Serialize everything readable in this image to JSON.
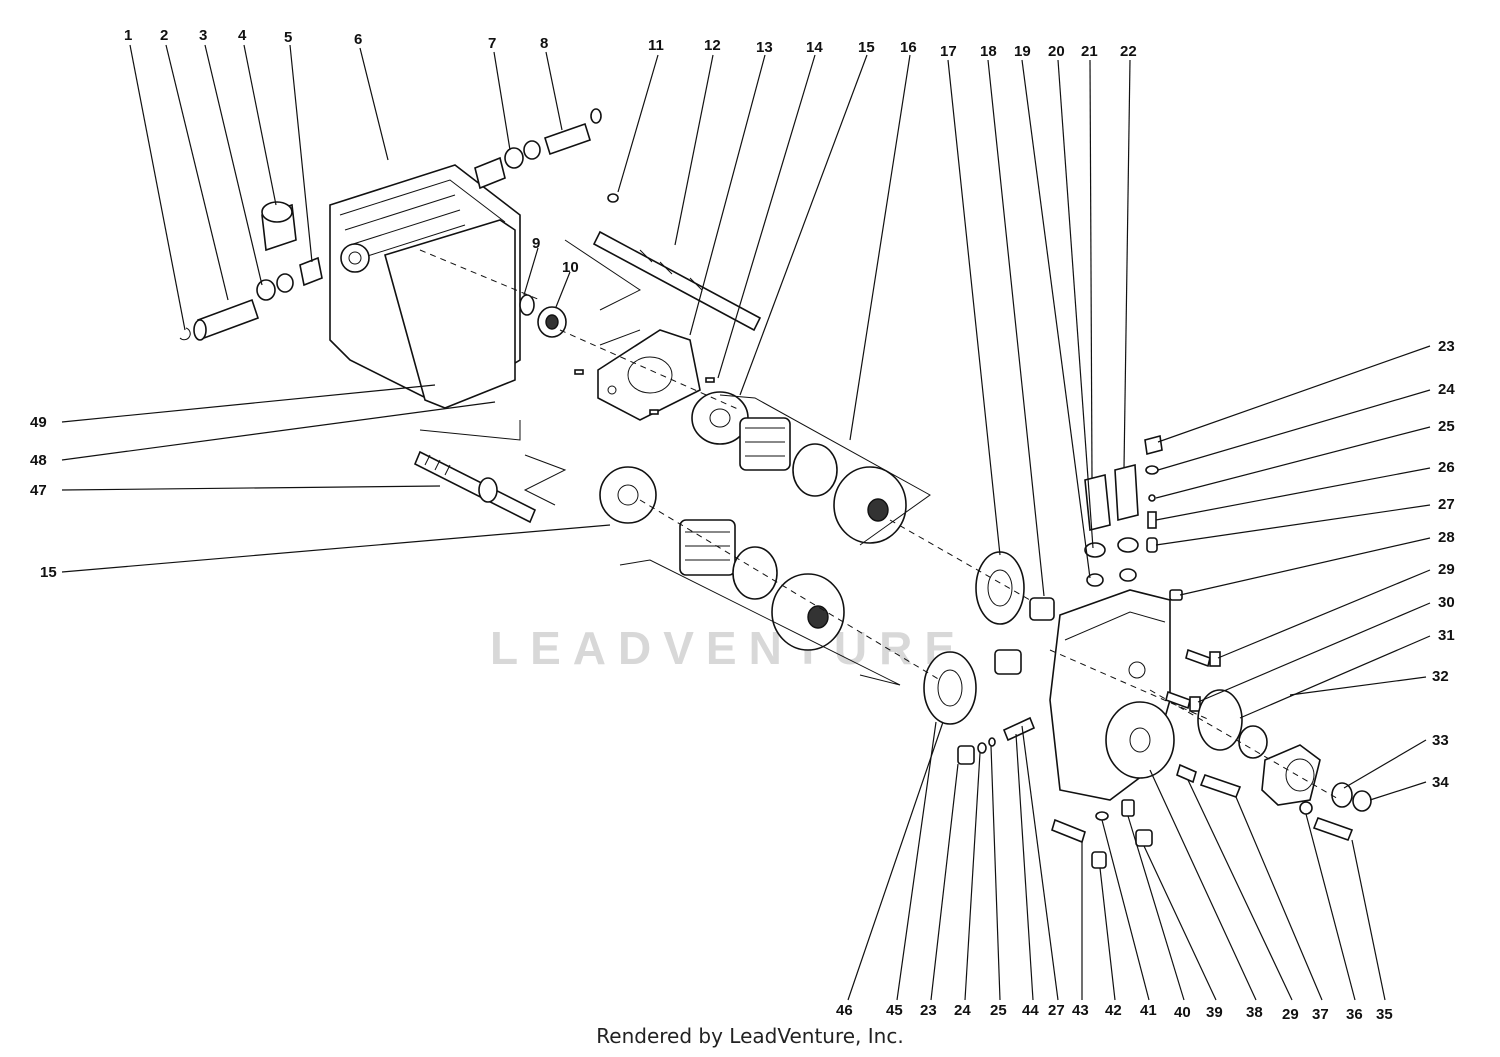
{
  "watermark_text": "LEADVENTURE",
  "footer": "Rendered by LeadVenture, Inc.",
  "callouts_top": [
    "1",
    "2",
    "3",
    "4",
    "5",
    "6",
    "7",
    "8",
    "11",
    "12",
    "13",
    "14",
    "15",
    "16",
    "17",
    "18",
    "19",
    "20",
    "21",
    "22"
  ],
  "callouts_right": [
    "23",
    "24",
    "25",
    "26",
    "27",
    "28",
    "29",
    "30",
    "31",
    "32",
    "33",
    "34"
  ],
  "callouts_left": [
    "49",
    "48",
    "47",
    "15"
  ],
  "callouts_mid": [
    "9",
    "10"
  ],
  "callouts_bottom": [
    "46",
    "45",
    "23",
    "24",
    "25",
    "44",
    "27",
    "43",
    "42",
    "41",
    "40",
    "39",
    "38",
    "29",
    "37",
    "36",
    "35"
  ]
}
